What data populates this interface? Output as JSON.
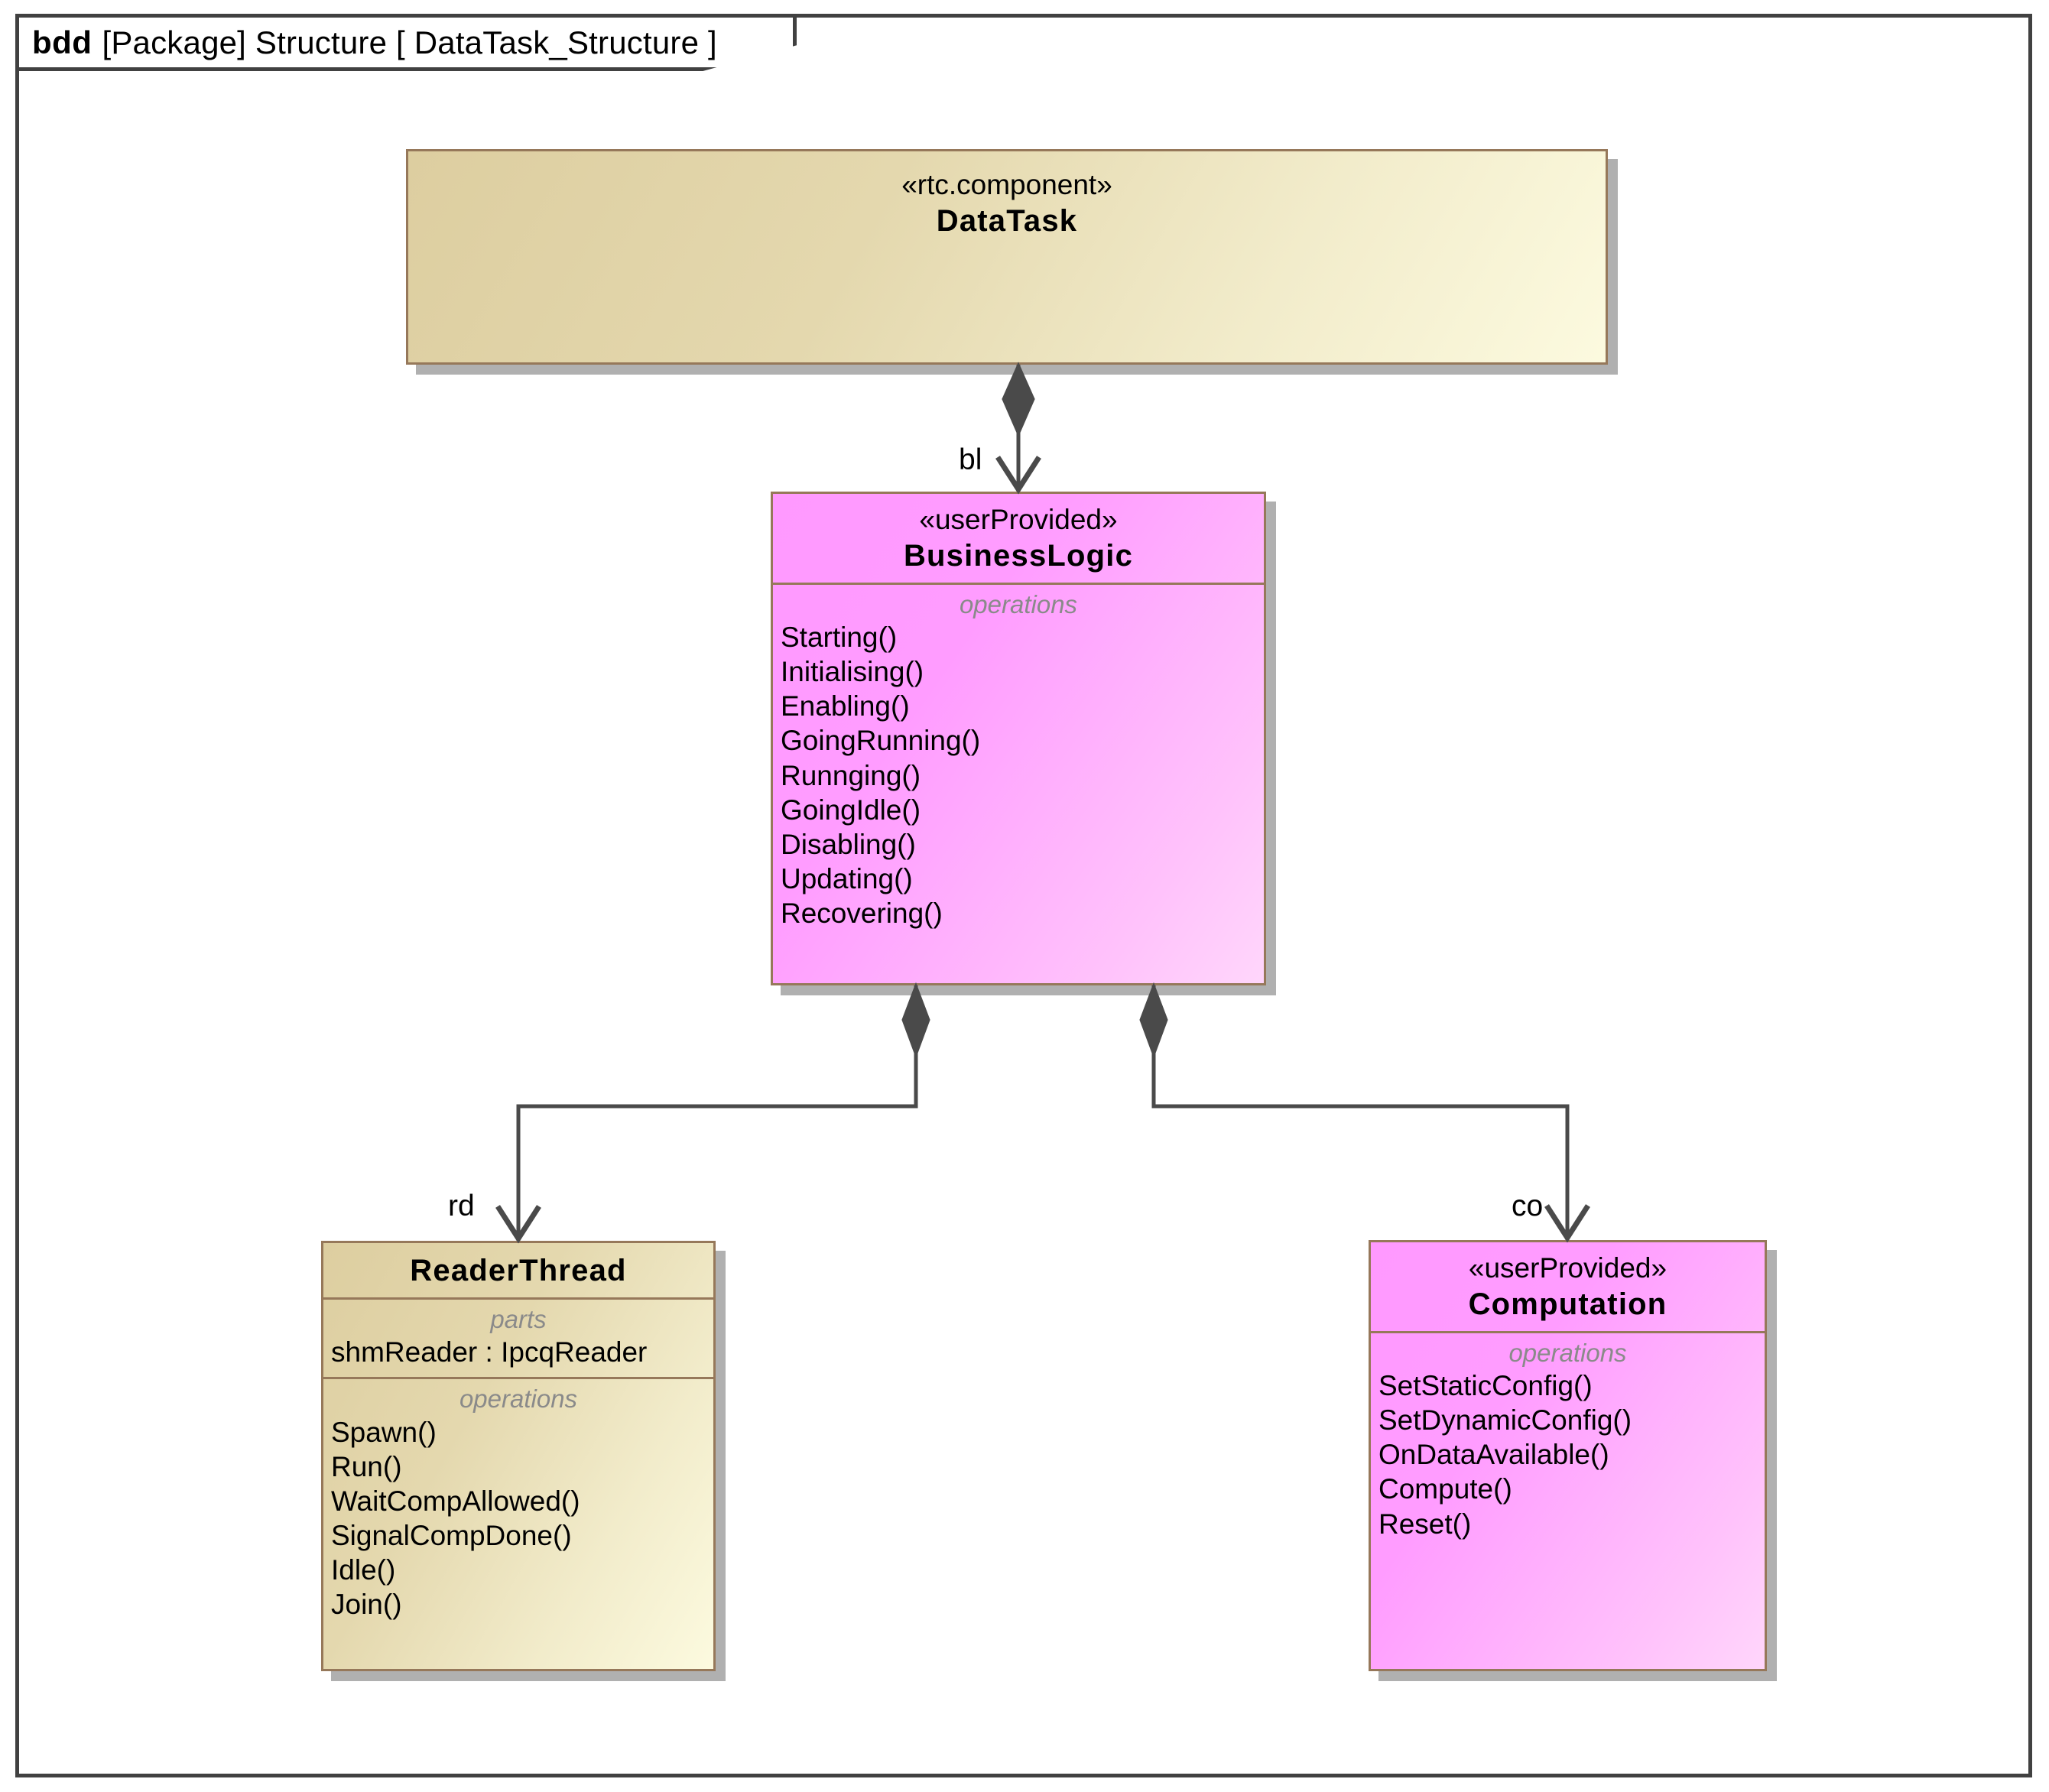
{
  "diagram": {
    "frame_header": {
      "kind": "bdd",
      "qualified": "[Package] Structure [ DataTask_Structure ]"
    },
    "colors": {
      "block_border": "#96785a",
      "tan_fill_start": "#ddcea0",
      "tan_fill_end": "#fcfadf",
      "pink_fill_start": "#ff99ff",
      "pink_fill_end": "#ffd6fb",
      "connector": "#4a4a4a",
      "frame_border": "#414141",
      "compartment_label": "#8a8a8a"
    },
    "blocks": [
      {
        "id": "datatask",
        "stereotype": "«rtc.component»",
        "name": "DataTask",
        "compartments": []
      },
      {
        "id": "businesslogic",
        "stereotype": "«userProvided»",
        "name": "BusinessLogic",
        "compartments": [
          {
            "label": "operations",
            "items": [
              "Starting()",
              "Initialising()",
              "Enabling()",
              "GoingRunning()",
              "Runnging()",
              "GoingIdle()",
              "Disabling()",
              "Updating()",
              "Recovering()"
            ]
          }
        ]
      },
      {
        "id": "readerthread",
        "stereotype": "",
        "name": "ReaderThread",
        "compartments": [
          {
            "label": "parts",
            "items": [
              "shmReader : IpcqReader"
            ]
          },
          {
            "label": "operations",
            "items": [
              "Spawn()",
              "Run()",
              "WaitCompAllowed()",
              "SignalCompDone()",
              "Idle()",
              "Join()"
            ]
          }
        ]
      },
      {
        "id": "computation",
        "stereotype": "«userProvided»",
        "name": "Computation",
        "compartments": [
          {
            "label": "operations",
            "items": [
              "SetStaticConfig()",
              "SetDynamicConfig()",
              "OnDataAvailable()",
              "Compute()",
              "Reset()"
            ]
          }
        ]
      }
    ],
    "connectors": [
      {
        "id": "bl",
        "label": "bl",
        "type": "composition",
        "from": "DataTask",
        "to": "BusinessLogic"
      },
      {
        "id": "rd",
        "label": "rd",
        "type": "composition",
        "from": "BusinessLogic",
        "to": "ReaderThread"
      },
      {
        "id": "co",
        "label": "co",
        "type": "composition",
        "from": "BusinessLogic",
        "to": "Computation"
      }
    ]
  }
}
